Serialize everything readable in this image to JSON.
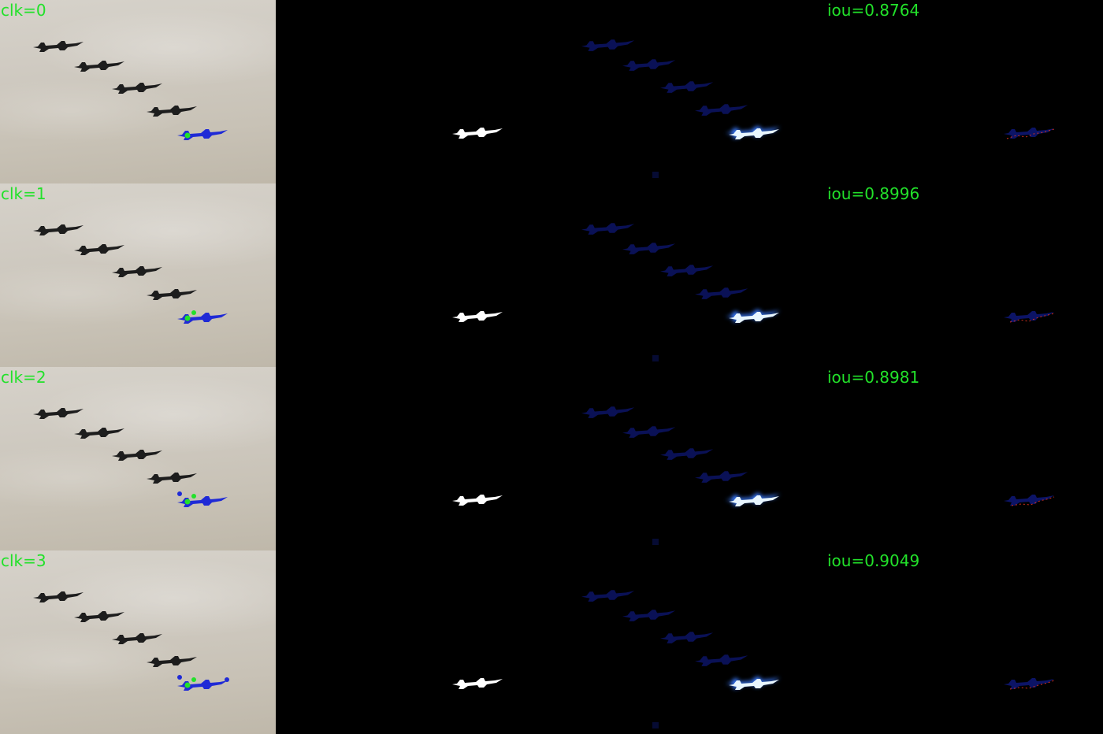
{
  "colors": {
    "label_green": "#22e12a",
    "click_point": "#22e12a",
    "target_overlay": "#1f2ad6",
    "mask_white": "#ffffff",
    "prob_glow": "#3a7bff",
    "error_red": "#d33020"
  },
  "rows": [
    {
      "click_label": "clk=0",
      "iou_label": "iou=0.8764"
    },
    {
      "click_label": "clk=1",
      "iou_label": "iou=0.8996"
    },
    {
      "click_label": "clk=2",
      "iou_label": "iou=0.8981"
    },
    {
      "click_label": "clk=3",
      "iou_label": "iou=0.9049"
    }
  ]
}
